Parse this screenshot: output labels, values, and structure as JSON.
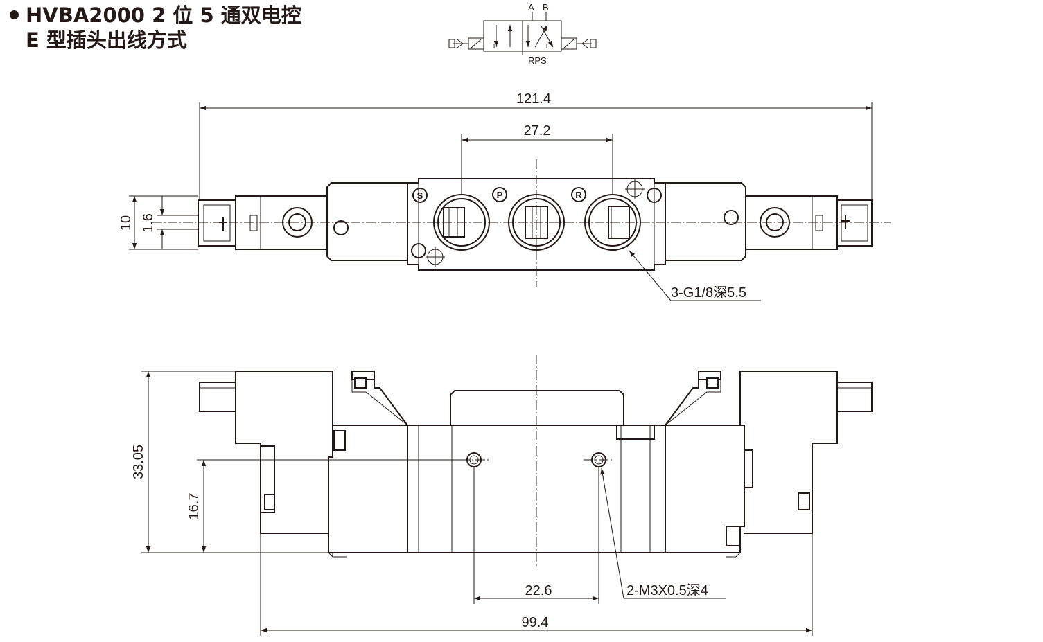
{
  "title": {
    "line1": "HVBA2000 2 位 5 通双电控",
    "line2": "E 型插头出线方式"
  },
  "symbol": {
    "port_a": "A",
    "port_b": "B",
    "port_t": "T",
    "ports_bottom": "RPS"
  },
  "top_view": {
    "dim_overall": "121.4",
    "dim_port_pitch": "27.2",
    "dim_height": "10",
    "dim_offset": "1.6",
    "port_note": "3-G1/8深5.5",
    "port_marks": [
      "S",
      "P",
      "R"
    ]
  },
  "side_view": {
    "dim_height": "33.05",
    "dim_hole_height": "16.7",
    "dim_hole_pitch": "22.6",
    "dim_body_length": "99.4",
    "hole_note": "2-M3X0.5深4"
  },
  "colors": {
    "line": "#231815",
    "background": "#ffffff"
  }
}
